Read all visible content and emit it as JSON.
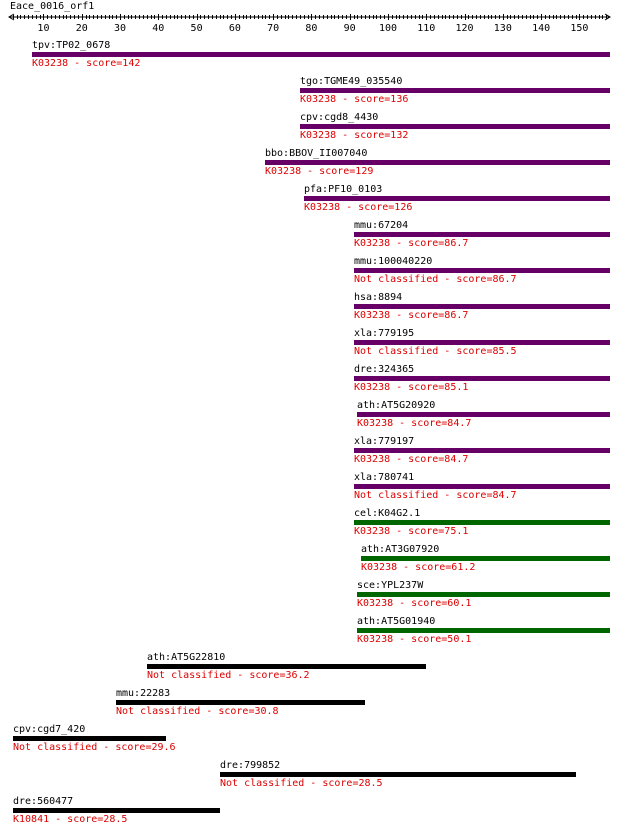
{
  "query": {
    "name": "Eace_0016_orf1"
  },
  "ruler": {
    "min": 1,
    "max": 158,
    "ticks": [
      10,
      20,
      30,
      40,
      50,
      60,
      70,
      80,
      90,
      100,
      110,
      120,
      130,
      140,
      150
    ]
  },
  "colors": {
    "purple": "#660066",
    "green": "#006600",
    "black": "#000000",
    "note": "#dd0000"
  },
  "hits": [
    {
      "name": "tpv:TP02_0678",
      "note": "K03238 - score=142",
      "start": 7,
      "end": 158,
      "color": "purple"
    },
    {
      "name": "tgo:TGME49_035540",
      "note": "K03238 - score=136",
      "start": 77,
      "end": 158,
      "color": "purple"
    },
    {
      "name": "cpv:cgd8_4430",
      "note": "K03238 - score=132",
      "start": 77,
      "end": 158,
      "color": "purple"
    },
    {
      "name": "bbo:BBOV_II007040",
      "note": "K03238 - score=129",
      "start": 68,
      "end": 158,
      "color": "purple"
    },
    {
      "name": "pfa:PF10_0103",
      "note": "K03238 - score=126",
      "start": 78,
      "end": 158,
      "color": "purple"
    },
    {
      "name": "mmu:67204",
      "note": "K03238 - score=86.7",
      "start": 91,
      "end": 158,
      "color": "purple"
    },
    {
      "name": "mmu:100040220",
      "note": "Not classified - score=86.7",
      "start": 91,
      "end": 158,
      "color": "purple"
    },
    {
      "name": "hsa:8894",
      "note": "K03238 - score=86.7",
      "start": 91,
      "end": 158,
      "color": "purple"
    },
    {
      "name": "xla:779195",
      "note": "Not classified - score=85.5",
      "start": 91,
      "end": 158,
      "color": "purple"
    },
    {
      "name": "dre:324365",
      "note": "K03238 - score=85.1",
      "start": 91,
      "end": 158,
      "color": "purple"
    },
    {
      "name": "ath:AT5G20920",
      "note": "K03238 - score=84.7",
      "start": 92,
      "end": 158,
      "color": "purple"
    },
    {
      "name": "xla:779197",
      "note": "K03238 - score=84.7",
      "start": 91,
      "end": 158,
      "color": "purple"
    },
    {
      "name": "xla:780741",
      "note": "Not classified - score=84.7",
      "start": 91,
      "end": 158,
      "color": "purple"
    },
    {
      "name": "cel:K04G2.1",
      "note": "K03238 - score=75.1",
      "start": 91,
      "end": 158,
      "color": "green"
    },
    {
      "name": "ath:AT3G07920",
      "note": "K03238 - score=61.2",
      "start": 93,
      "end": 158,
      "color": "green"
    },
    {
      "name": "sce:YPL237W",
      "note": "K03238 - score=60.1",
      "start": 92,
      "end": 158,
      "color": "green"
    },
    {
      "name": "ath:AT5G01940",
      "note": "K03238 - score=50.1",
      "start": 92,
      "end": 158,
      "color": "green"
    },
    {
      "name": "ath:AT5G22810",
      "note": "Not classified - score=36.2",
      "start": 37,
      "end": 110,
      "color": "black"
    },
    {
      "name": "mmu:22283",
      "note": "Not classified - score=30.8",
      "start": 29,
      "end": 94,
      "color": "black"
    },
    {
      "name": "cpv:cgd7_420",
      "note": "Not classified - score=29.6",
      "start": 2,
      "end": 42,
      "color": "black"
    },
    {
      "name": "dre:799852",
      "note": "Not classified - score=28.5",
      "start": 56,
      "end": 149,
      "color": "black"
    },
    {
      "name": "dre:560477",
      "note": "K10841 - score=28.5",
      "start": 2,
      "end": 56,
      "color": "black"
    }
  ]
}
